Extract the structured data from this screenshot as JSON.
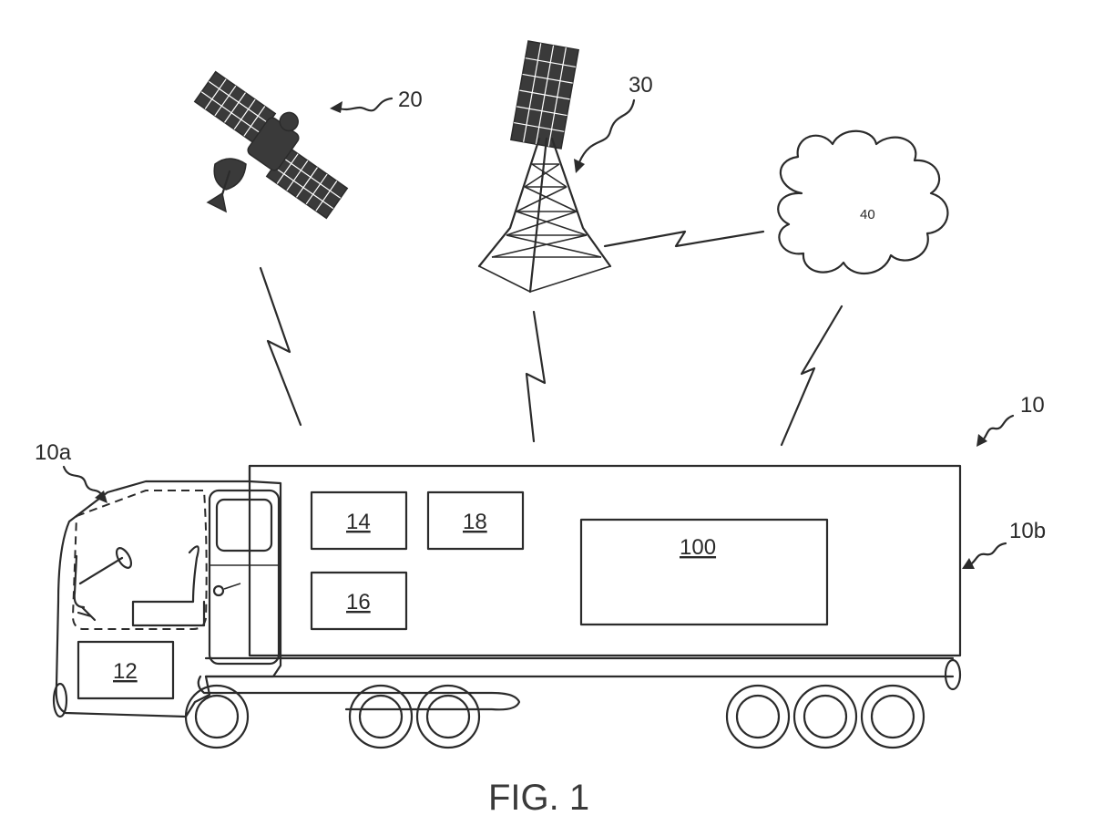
{
  "labels": {
    "satellite": "20",
    "tower": "30",
    "cloud": "40",
    "vehicle": "10",
    "cab": "10a",
    "trailer": "10b",
    "component_12": "12",
    "component_14": "14",
    "component_16": "16",
    "component_18": "18",
    "component_100": "100"
  },
  "caption": "FIG. 1",
  "icons": {
    "satellite": "satellite-icon",
    "tower": "cell-tower-icon",
    "cloud": "cloud-icon",
    "link": "lightning-link-icon",
    "vehicle": "truck-icon"
  }
}
